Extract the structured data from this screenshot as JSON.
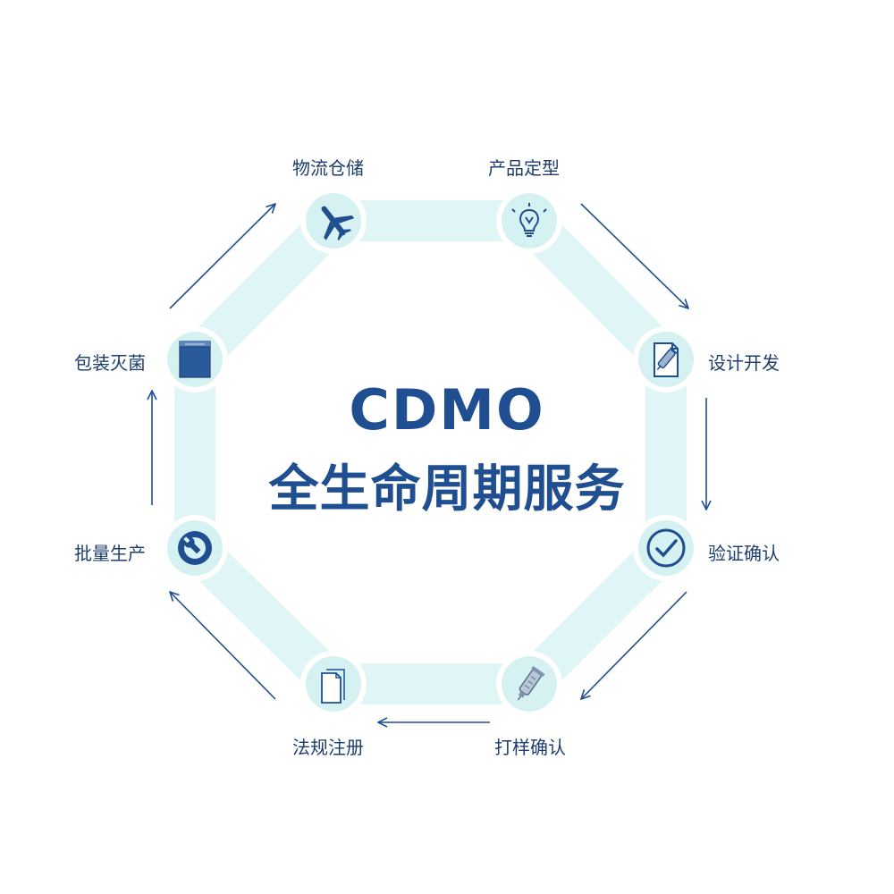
{
  "title": {
    "main": "CDMO",
    "sub": "全生命周期服务"
  },
  "colors": {
    "ring": "#e0f5f6",
    "node_fill": "#d6f1f2",
    "node_ring": "#ffffff",
    "icon": "#1f4f91",
    "arrow": "#1f4f91",
    "text": "#1e3e6e"
  },
  "nodes": [
    {
      "label": "产品定型",
      "icon": "lightbulb-icon"
    },
    {
      "label": "设计开发",
      "icon": "document-syringe-icon"
    },
    {
      "label": "验证确认",
      "icon": "checkmark-circle-icon"
    },
    {
      "label": "打样确认",
      "icon": "syringe-icon"
    },
    {
      "label": "法规注册",
      "icon": "documents-icon"
    },
    {
      "label": "批量生产",
      "icon": "wrench-gear-icon"
    },
    {
      "label": "包装灭菌",
      "icon": "package-box-icon"
    },
    {
      "label": "物流仓储",
      "icon": "airplane-icon"
    }
  ]
}
